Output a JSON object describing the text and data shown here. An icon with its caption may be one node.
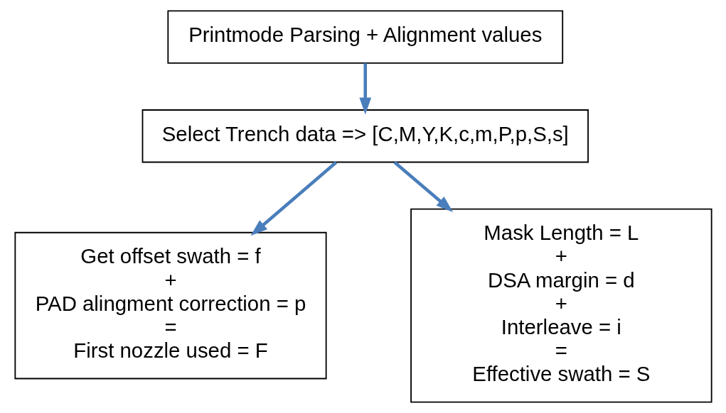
{
  "diagram": {
    "nodes": [
      {
        "text": [
          "Printmode Parsing + Alignment values"
        ]
      },
      {
        "text": [
          "Select Trench data => [C,M,Y,K,c,m,P,p,S,s]"
        ]
      },
      {
        "text": [
          "Get offset swath = f",
          "+",
          "PAD alingment correction = p",
          "=",
          "First nozzle used = F"
        ]
      },
      {
        "text": [
          "Mask Length = L",
          "+",
          "DSA margin = d",
          "+",
          "Interleave = i",
          "=",
          "Effective swath = S"
        ]
      }
    ],
    "edges": [
      {
        "from": 0,
        "to": 1,
        "arrow": "to"
      },
      {
        "from": 1,
        "to": 2,
        "arrow": "to"
      },
      {
        "from": 1,
        "to": 3,
        "arrow": "to"
      }
    ]
  }
}
